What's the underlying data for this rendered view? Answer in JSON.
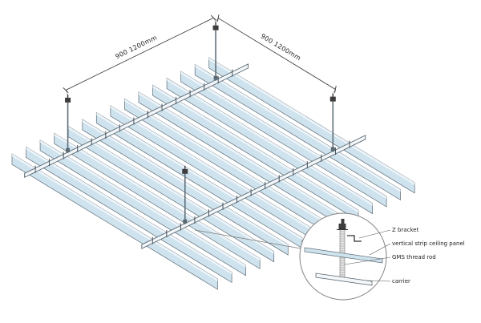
{
  "diagram": {
    "type": "suspended-ceiling-installation-isometric",
    "dimensions": {
      "spacing_label_1": "900 1200mm",
      "spacing_label_2": "900 1200mm"
    },
    "detail_labels": {
      "z_bracket": "Z bracket",
      "panel": "vertical strip ceiling panel",
      "rod": "GMS thread rod",
      "carrier": "carrier"
    },
    "components": {
      "strip_count": 15,
      "carrier_count": 2,
      "rod_count": 4
    },
    "colors": {
      "panel_fill": "#cfe3ee",
      "panel_top": "#eef5fa",
      "panel_stroke": "#5d6c76",
      "rail_fill": "#f3f7fa",
      "rail_stroke": "#5a6a74",
      "metal_dark": "#3c3c3c",
      "line": "#333333",
      "leader": "#777777",
      "text": "#1c1c1c"
    }
  }
}
